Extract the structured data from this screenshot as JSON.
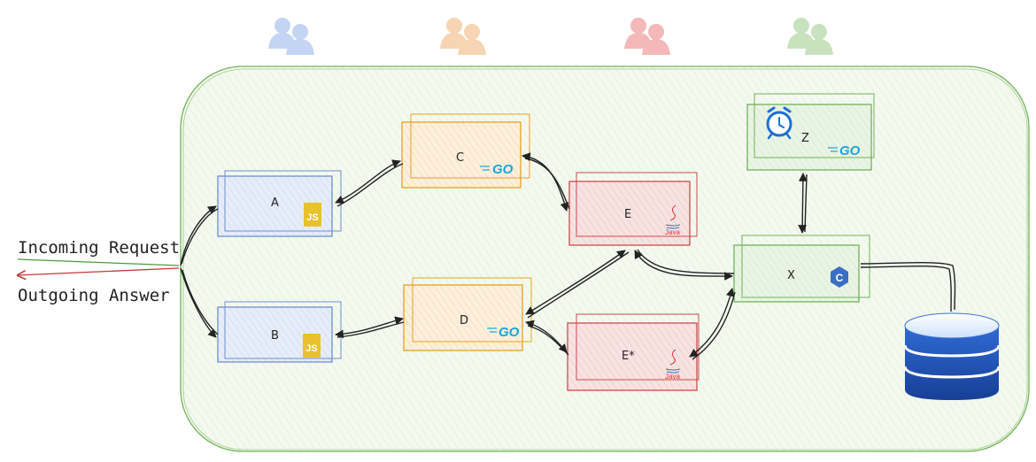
{
  "left_labels": {
    "incoming": "Incoming Request",
    "outgoing": "Outgoing Answer"
  },
  "nodes": {
    "A": "A",
    "B": "B",
    "C": "C",
    "D": "D",
    "E": "E",
    "E2": "E*",
    "X": "X",
    "Z": "Z"
  },
  "logos": {
    "go": "GO",
    "js": "JS",
    "java": "Java",
    "c": "C"
  },
  "colors": {
    "blue": "#6d8fd0",
    "blue_fill": "#dce6f6",
    "orange": "#e8a21c",
    "orange_fill": "#fbe8cf",
    "red": "#cc4b4b",
    "red_fill": "#f6d8d8",
    "green": "#72b25a",
    "green_fill": "#e6f2e0",
    "incoming_line": "#4b9a3c",
    "outgoing_line": "#c23b3b"
  },
  "icons": {
    "users": "users-icon",
    "alarm": "alarm-clock-icon",
    "database": "database-icon"
  }
}
